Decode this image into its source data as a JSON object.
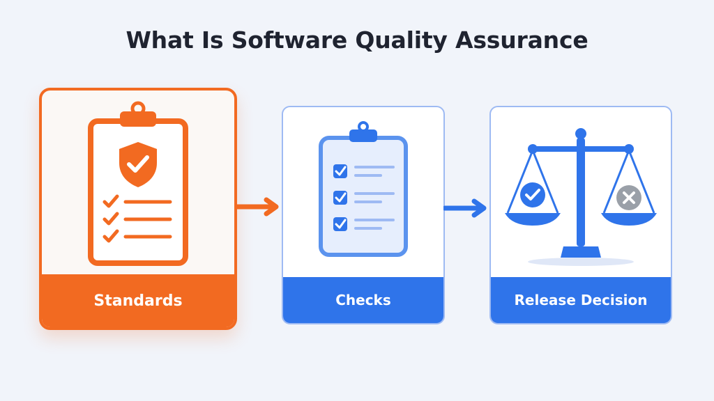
{
  "title": "What Is Software Quality Assurance",
  "steps": [
    {
      "label": "Standards",
      "icon": "shield-clipboard-icon",
      "color": "#f26a21"
    },
    {
      "label": "Checks",
      "icon": "checklist-clipboard-icon",
      "color": "#2f74ea"
    },
    {
      "label": "Release Decision",
      "icon": "balance-scale-icon",
      "color": "#2f74ea"
    }
  ],
  "arrows": [
    {
      "from": "Standards",
      "to": "Checks",
      "color": "#f26a21"
    },
    {
      "from": "Checks",
      "to": "Release Decision",
      "color": "#2f74ea"
    }
  ],
  "colors": {
    "background": "#f1f4fa",
    "title": "#1f2330",
    "orange": "#f26a21",
    "blue": "#2f74ea",
    "light_blue": "#9ebaf3",
    "gray": "#9aa0a8"
  }
}
